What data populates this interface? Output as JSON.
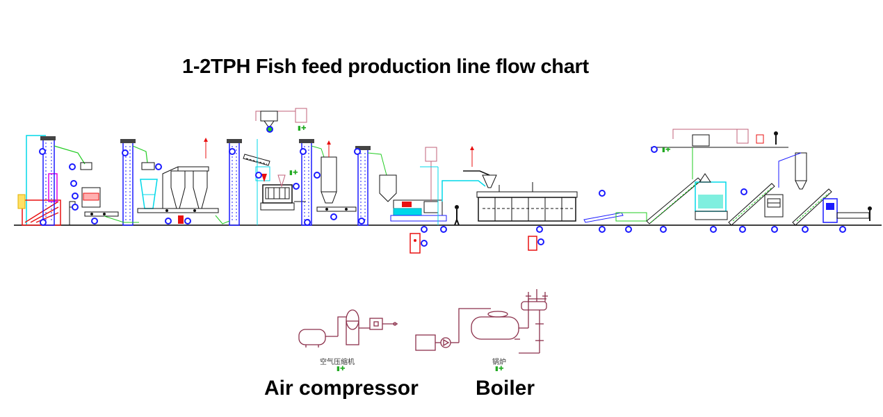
{
  "title": "1-2TPH Fish feed production line flow chart",
  "colors": {
    "elevator": "#1a1aff",
    "wire": "#22cc22",
    "pipe": "#c0607a",
    "cyan": "#00d8e8",
    "magenta": "#e000e0",
    "red": "#e81010",
    "machine": "#111111",
    "ground": "#000000"
  },
  "aux_units": {
    "air_compressor": {
      "label_cn": "空气压缩机",
      "label_en": "Air compressor"
    },
    "boiler": {
      "label_cn": "锅炉",
      "label_en": "Boiler"
    }
  },
  "green_marks": {
    "top_left": "▮✚",
    "top_right": "▮✚",
    "mid": "▮✚",
    "compressor": "▮✚",
    "boiler": "▮✚"
  },
  "icons": [
    "elevator-icon",
    "hopper-icon",
    "cyclone-icon",
    "extruder-icon",
    "dryer-icon",
    "conveyor-icon",
    "coater-icon",
    "packing-icon",
    "operator-icon",
    "control-cabinet-icon"
  ]
}
